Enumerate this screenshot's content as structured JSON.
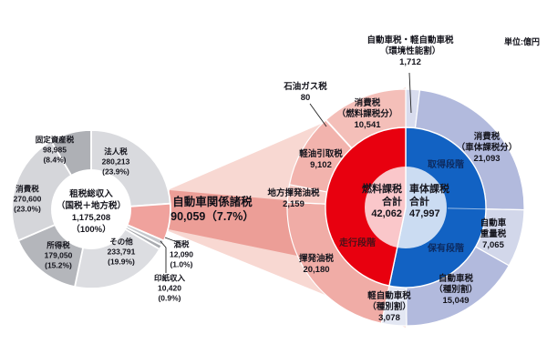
{
  "unit_label": "単位:億円",
  "bridge": {
    "name": "自動車関係諸税",
    "value_text": "90,059（7.7%）"
  },
  "chart_data": [
    {
      "id": "total-tax-donut",
      "type": "pie",
      "center_lines": [
        "租税総収入",
        "（国税＋地方税）",
        "1,175,208",
        "（100%）"
      ],
      "total": 1175208,
      "segments": [
        {
          "name": "法人税",
          "value": 280213,
          "label_lines": [
            "法人税",
            "280,213",
            "(23.9%)"
          ],
          "color": "#d9dade"
        },
        {
          "name": "自動車関係諸税",
          "value": 90059,
          "label_lines": [],
          "color": "#f0a29d"
        },
        {
          "name": "酒税",
          "value": 12090,
          "label_lines": [
            "酒税",
            "12,090",
            "(1.0%)"
          ],
          "color": "#c5c7cc"
        },
        {
          "name": "印紙収入",
          "value": 10420,
          "label_lines": [
            "印紙収入",
            "10,420",
            "(0.9%)"
          ],
          "color": "#a9abb0"
        },
        {
          "name": "その他",
          "value": 233791,
          "label_lines": [
            "その他",
            "233,791",
            "(19.9%)"
          ],
          "color": "#dcdde1"
        },
        {
          "name": "所得税",
          "value": 179050,
          "label_lines": [
            "所得税",
            "179,050",
            "(15.2%)"
          ],
          "color": "#b4b6bb"
        },
        {
          "name": "消費税",
          "value": 270600,
          "label_lines": [
            "消費税",
            "270,600",
            "(23.0%)"
          ],
          "color": "#d5d6da"
        },
        {
          "name": "固定資産税",
          "value": 98985,
          "label_lines": [
            "固定資産税",
            "98,985",
            "(8.4%)"
          ],
          "color": "#aeb0b5"
        }
      ]
    },
    {
      "id": "auto-tax-donut",
      "type": "donut",
      "total": 90059,
      "inner_segments": [
        {
          "name": "車体課税",
          "value": 47997,
          "color": "#1262c3",
          "center_lines": [
            "車体課税",
            "合計",
            "47,997"
          ]
        },
        {
          "name": "燃料課税",
          "value": 42062,
          "color": "#e8000f",
          "center_lines": [
            "燃料課税",
            "合計",
            "42,062"
          ]
        }
      ],
      "stages": [
        {
          "name": "取得段階"
        },
        {
          "name": "保有段階"
        },
        {
          "name": "走行段階"
        }
      ],
      "segments": [
        {
          "name": "自動車税・軽自動車税（環境性能割）",
          "value": 1712,
          "label_lines": [
            "自動車税・軽自動車税",
            "（環境性能割）",
            "1,712"
          ],
          "color": "#d8dcee"
        },
        {
          "name": "消費税（車体課税分）",
          "value": 21093,
          "label_lines": [
            "消費税",
            "（車体課税分）",
            "21,093"
          ],
          "color": "#b2badd"
        },
        {
          "name": "自動車重量税",
          "value": 7065,
          "label_lines": [
            "自動車",
            "重量税",
            "7,065"
          ],
          "color": "#d2d7ea"
        },
        {
          "name": "自動車税（種別割）",
          "value": 15049,
          "label_lines": [
            "自動車税",
            "（種別割）",
            "15,049"
          ],
          "color": "#b2badd"
        },
        {
          "name": "軽自動車税（種別割）",
          "value": 3078,
          "label_lines": [
            "軽自動車税",
            "（種別割）",
            "3,078"
          ],
          "color": "#e3e7f3"
        },
        {
          "name": "揮発油税",
          "value": 20180,
          "label_lines": [
            "揮発油税",
            "20,180"
          ],
          "color": "#f0aca6"
        },
        {
          "name": "地方揮発油税",
          "value": 2159,
          "label_lines": [
            "地方揮発油税",
            "2,159"
          ],
          "color": "#f7cbc5"
        },
        {
          "name": "軽油引取税",
          "value": 9102,
          "label_lines": [
            "軽油引取税",
            "9,102"
          ],
          "color": "#f2b3ad"
        },
        {
          "name": "石油ガス税",
          "value": 80,
          "label_lines": [
            "石油ガス税",
            "80"
          ],
          "color": "#f7cbc5"
        },
        {
          "name": "消費税（燃料課税分）",
          "value": 10541,
          "label_lines": [
            "消費税",
            "（燃料課税分）",
            "10,541"
          ],
          "color": "#f4bfb9"
        }
      ]
    }
  ]
}
